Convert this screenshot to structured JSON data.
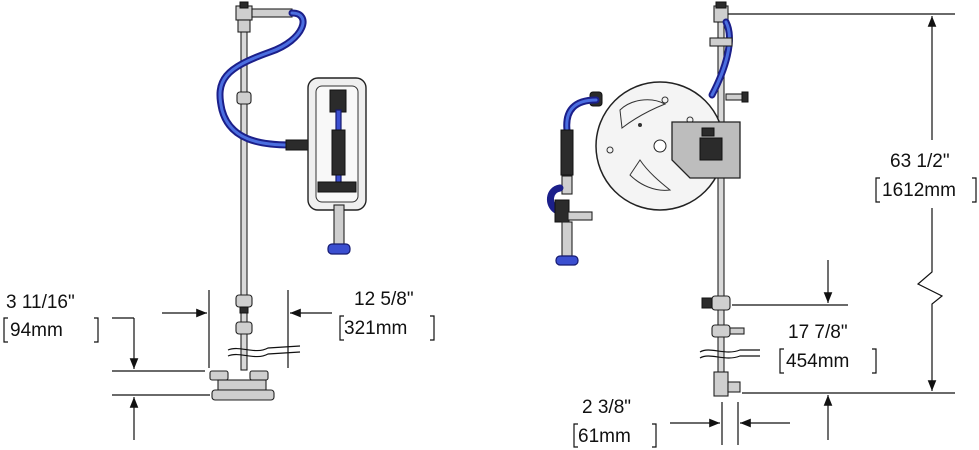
{
  "dimensions": {
    "d1": {
      "imperial": "3 11/16\"",
      "metric": "94mm"
    },
    "d2": {
      "imperial": "12 5/8\"",
      "metric": "321mm"
    },
    "d3": {
      "imperial": "63 1/2\"",
      "metric": "1612mm"
    },
    "d4": {
      "imperial": "17 7/8\"",
      "metric": "454mm"
    },
    "d5": {
      "imperial": "2 3/8\"",
      "metric": "61mm"
    }
  },
  "colors": {
    "hose": "#1b1f8a",
    "hose_highlight": "#4b6ee0",
    "metal": "#cfcfcf",
    "line": "#111111"
  }
}
